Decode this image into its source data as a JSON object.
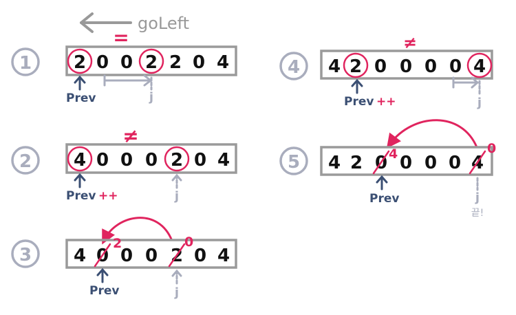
{
  "colors": {
    "gray": "#999999",
    "lightgray": "#a9adbd",
    "red": "#e0245e",
    "navy": "#3b4f73",
    "black": "#111111",
    "tapeGray": "#9a9a9a"
  },
  "header": {
    "direction_label": "goLeft"
  },
  "steps": [
    {
      "number": "1",
      "digits": [
        "2",
        "0",
        "0",
        "2",
        "2",
        "0",
        "4"
      ],
      "relation": "=",
      "prev_label": "Prev",
      "prev_suffix": "",
      "j_label": "j",
      "j_note": ""
    },
    {
      "number": "2",
      "digits": [
        "4",
        "0",
        "0",
        "0",
        "2",
        "0",
        "4"
      ],
      "relation": "≠",
      "prev_label": "Prev",
      "prev_suffix": "++",
      "j_label": "j",
      "j_note": ""
    },
    {
      "number": "3",
      "digits": [
        "4",
        "0",
        "0",
        "0",
        "2",
        "0",
        "4"
      ],
      "relation": "",
      "prev_label": "Prev",
      "prev_suffix": "",
      "j_label": "j",
      "j_note": "",
      "swap_new_prev": "2",
      "swap_new_j": "0"
    },
    {
      "number": "4",
      "digits": [
        "4",
        "2",
        "0",
        "0",
        "0",
        "0",
        "4"
      ],
      "relation": "≠",
      "prev_label": "Prev",
      "prev_suffix": "++",
      "j_label": "j",
      "j_note": ""
    },
    {
      "number": "5",
      "digits": [
        "4",
        "2",
        "0",
        "0",
        "0",
        "0",
        "4"
      ],
      "relation": "",
      "prev_label": "Prev",
      "prev_suffix": "",
      "j_label": "j",
      "j_note": "끝!",
      "swap_new_prev": "4",
      "swap_new_j": "0"
    }
  ]
}
